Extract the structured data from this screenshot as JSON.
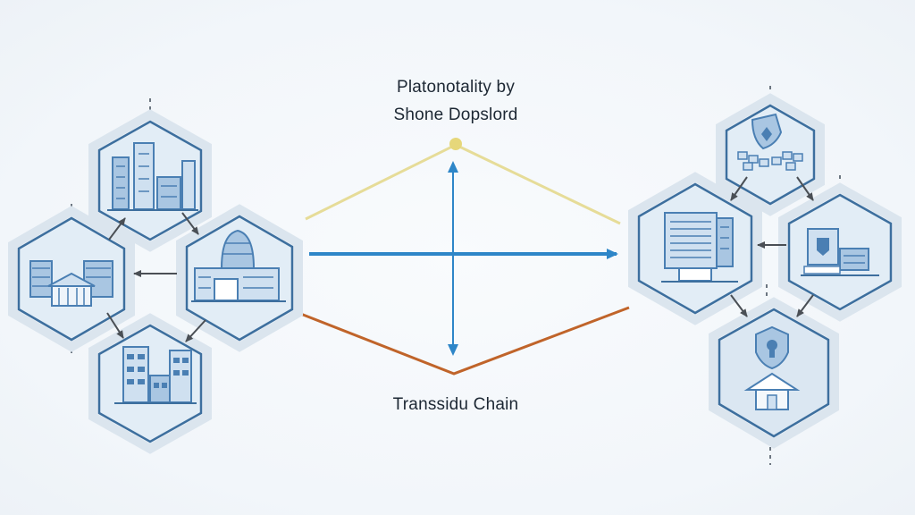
{
  "labels": {
    "top_line1": "Platonotality by",
    "top_line2": "Shone Dopslord",
    "bottom": "Transsidu Chain"
  },
  "colors": {
    "background": "#f4f8fb",
    "hex_stroke": "#3d6f9e",
    "hex_fill": "#e2edf6",
    "hex_halo": "#dde7f0",
    "icon_blue": "#4a7fb3",
    "icon_light": "#a9c6e2",
    "arrow_gray": "#4a4f55",
    "blue_line": "#2e86c8",
    "yellow_line": "#e6dc98",
    "orange_line": "#c0642a",
    "node_dot": "#e6d77a"
  },
  "icons": {
    "left_top": "city-skyline-icon",
    "left_middle": "bank-building-icon",
    "left_center": "domed-city-icon",
    "left_bottom": "office-tower-icon",
    "right_top": "security-shield-icon",
    "right_middle": "data-center-icon",
    "right_side": "security-terminal-icon",
    "right_bottom": "shield-house-icon"
  }
}
